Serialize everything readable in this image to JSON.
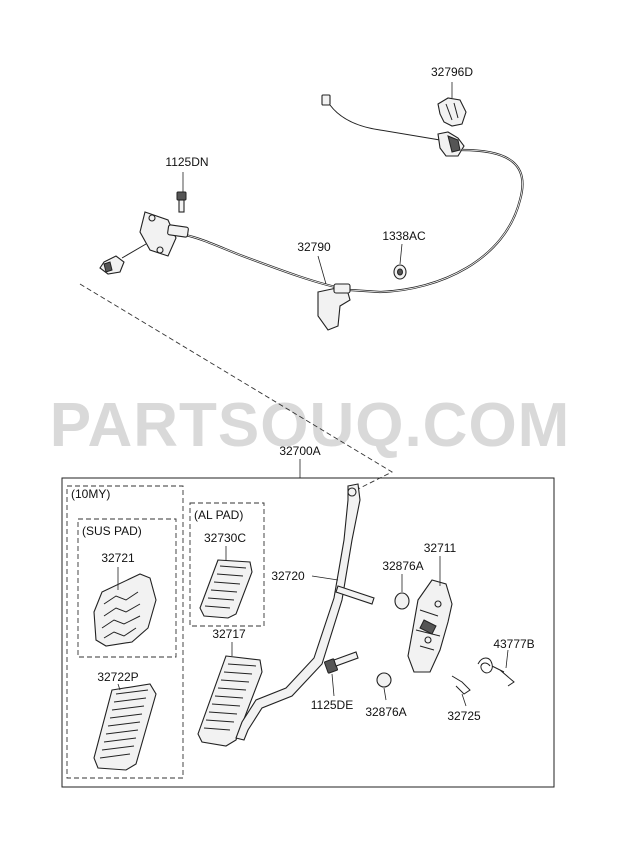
{
  "watermark": "PARTSOUQ.COM",
  "labels": {
    "p32796D": "32796D",
    "p1125DN": "1125DN",
    "p32790": "32790",
    "p1338AC": "1338AC",
    "p32700A": "32700A",
    "g10MY": "(10MY)",
    "gSUS": "(SUS PAD)",
    "gAL": "(AL PAD)",
    "p32721": "32721",
    "p32730C": "32730C",
    "p32717": "32717",
    "p32722P": "32722P",
    "p32720": "32720",
    "p32711": "32711",
    "p32876A_top": "32876A",
    "p43777B": "43777B",
    "p1125DE": "1125DE",
    "p32876A_bot": "32876A",
    "p32725": "32725"
  }
}
